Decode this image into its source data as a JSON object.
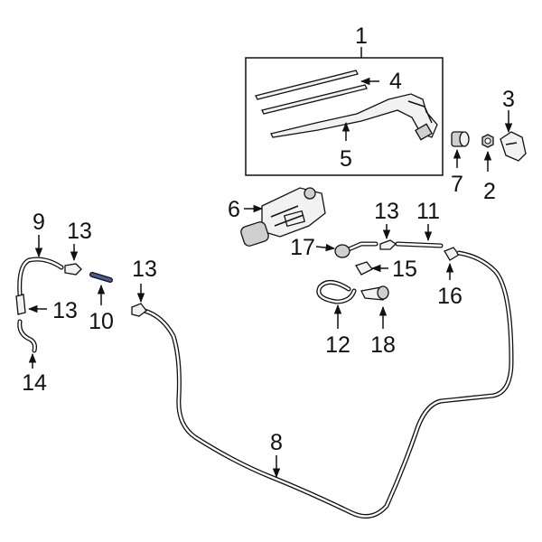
{
  "callouts": {
    "c1": "1",
    "c2": "2",
    "c3": "3",
    "c4": "4",
    "c5": "5",
    "c6": "6",
    "c7": "7",
    "c8": "8",
    "c9": "9",
    "c10": "10",
    "c11": "11",
    "c12": "12",
    "c13a": "13",
    "c13b": "13",
    "c13c": "13",
    "c13d": "13",
    "c14": "14",
    "c15": "15",
    "c16": "16",
    "c17": "17",
    "c18": "18"
  },
  "colors": {
    "line": "#111111",
    "highlight": "#4a5a9a"
  }
}
